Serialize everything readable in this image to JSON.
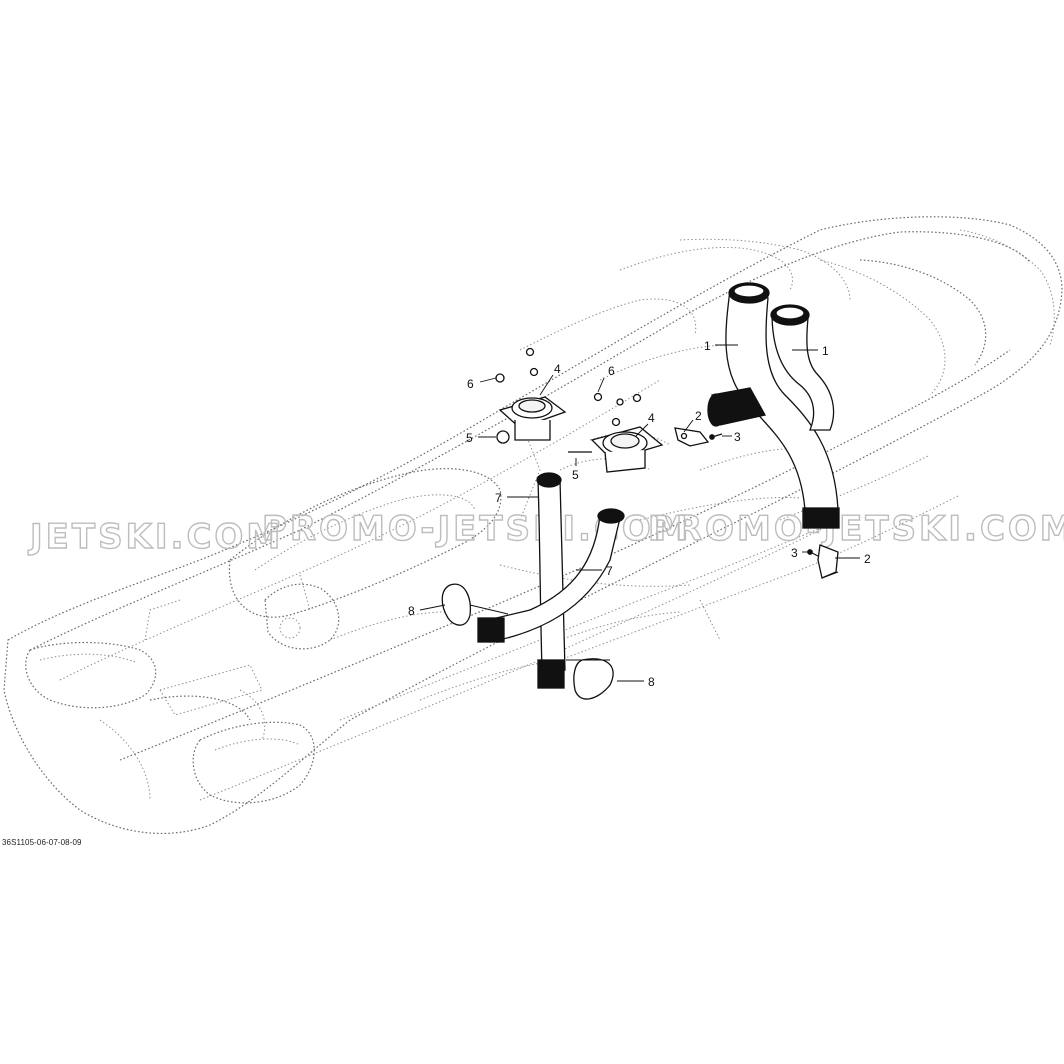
{
  "diagram": {
    "drawing_code": "36S1105-06-07-08-09",
    "watermarks": [
      "JETSKI.COM",
      "PROMO-JETSKI.COM",
      "PROMO-JETSKI.COM"
    ],
    "callouts": [
      {
        "id": "c1a",
        "label": "1"
      },
      {
        "id": "c1b",
        "label": "1"
      },
      {
        "id": "c2a",
        "label": "2"
      },
      {
        "id": "c2b",
        "label": "2"
      },
      {
        "id": "c3a",
        "label": "3"
      },
      {
        "id": "c3b",
        "label": "3"
      },
      {
        "id": "c4a",
        "label": "4"
      },
      {
        "id": "c4b",
        "label": "4"
      },
      {
        "id": "c5a",
        "label": "5"
      },
      {
        "id": "c5b",
        "label": "5"
      },
      {
        "id": "c6a",
        "label": "6"
      },
      {
        "id": "c6b",
        "label": "6"
      },
      {
        "id": "c7a",
        "label": "7"
      },
      {
        "id": "c7b",
        "label": "7"
      },
      {
        "id": "c8a",
        "label": "8"
      },
      {
        "id": "c8b",
        "label": "8"
      }
    ]
  }
}
